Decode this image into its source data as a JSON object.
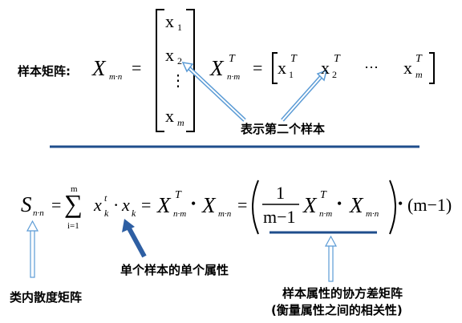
{
  "annotations": {
    "sample_matrix_label": "样本矩阵:",
    "second_sample": "表示第二个样本",
    "single_attr": "单个样本的单个属性",
    "within_class": "类内散度矩阵",
    "covariance": "样本属性的协方差矩阵",
    "covariance_note": "(衡量属性之间的相关性)"
  },
  "formula1": {
    "lhs_symbol": "X",
    "lhs_sub": "m·n",
    "eq": "=",
    "col_entries": [
      {
        "base": "x",
        "sub": "1"
      },
      {
        "base": "x",
        "sub": "2"
      },
      {
        "base": "⋮",
        "sub": ""
      },
      {
        "base": "x",
        "sub": "m"
      }
    ],
    "transpose_symbol": "X",
    "transpose_sup": "T",
    "transpose_sub": "n·m",
    "eq2": "=",
    "row_entries": [
      {
        "base": "x",
        "sub": "1",
        "sup": "T"
      },
      {
        "base": "x",
        "sub": "2",
        "sup": "T"
      },
      {
        "base": "⋯",
        "sub": "",
        "sup": ""
      },
      {
        "base": "x",
        "sub": "m",
        "sup": "T"
      }
    ]
  },
  "formula2": {
    "s_symbol": "S",
    "s_sub": "n·n",
    "eq": "=",
    "sum_top": "m",
    "sum_sign": "∑",
    "sum_bottom": "i=1",
    "xk_t_base": "x",
    "xk_t_sup": "t",
    "xk_t_sub": "k",
    "dot": "·",
    "xk_base": "x",
    "xk_sub": "k",
    "eq2": "=",
    "xt_symbol": "X",
    "xt_sup": "T",
    "xt_sub": "n·m",
    "bullet": "•",
    "x_symbol": "X",
    "x_sub": "m·n",
    "eq3": "=",
    "frac_num": "1",
    "frac_den": "m−1",
    "inner_xt": "X",
    "inner_xt_sup": "T",
    "inner_xt_sub": "n·m",
    "inner_bullet": "•",
    "inner_x": "X",
    "inner_x_sub": "m·n",
    "outer_bullet": "•",
    "tail": "(m−1)"
  },
  "colors": {
    "divider": "#1f4e8c",
    "hollow_arrow": "#5b9bd5",
    "solid_arrow": "#2e5fa3",
    "underline": "#1f4e8c"
  }
}
